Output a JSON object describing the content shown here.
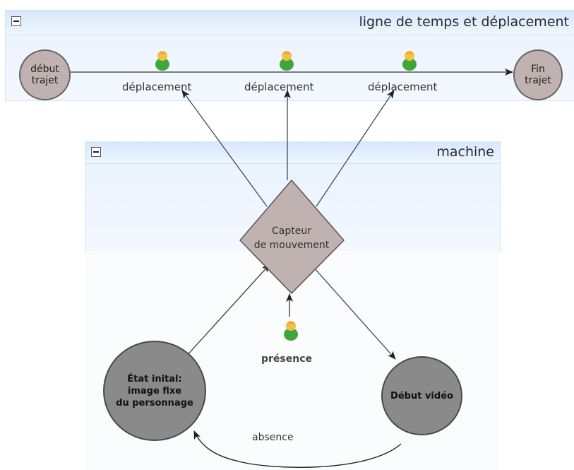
{
  "lanes": {
    "timeline": {
      "title": "ligne de temps et déplacement"
    },
    "machine": {
      "title": "machine"
    }
  },
  "nodes": {
    "start": "début\ntrajet",
    "end": "Fin\ntrajet",
    "sensor": "Capteur\nde mouvement",
    "initial_state": "État inital:\nimage fixe\ndu personnage",
    "video_start": "Début vidéo"
  },
  "events": {
    "move1": "déplacement",
    "move2": "déplacement",
    "move3": "déplacement",
    "presence": "présence"
  },
  "edges": {
    "absence": "absence"
  },
  "colors": {
    "lane_bg": "#e9f2fd",
    "node_fill": "#c0b2b0",
    "state_fill": "#8a8a8a",
    "person_head": "#f5c04a",
    "person_body": "#3fa63a"
  }
}
